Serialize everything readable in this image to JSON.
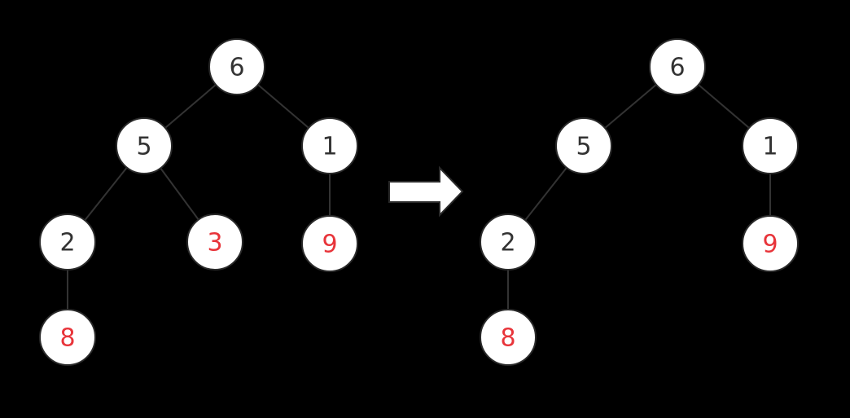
{
  "colors": {
    "background": "#000000",
    "node_fill": "#ffffff",
    "edge": "#333333",
    "normal_label": "#333333",
    "highlight_label": "#e8343a"
  },
  "trees": [
    {
      "name": "before",
      "nodes": [
        {
          "id": "n6",
          "label": "6",
          "highlight": false
        },
        {
          "id": "n5",
          "label": "5",
          "highlight": false
        },
        {
          "id": "n1",
          "label": "1",
          "highlight": false
        },
        {
          "id": "n2",
          "label": "2",
          "highlight": false
        },
        {
          "id": "n3",
          "label": "3",
          "highlight": true
        },
        {
          "id": "n9",
          "label": "9",
          "highlight": true
        },
        {
          "id": "n8",
          "label": "8",
          "highlight": true
        }
      ],
      "edges": [
        [
          "n6",
          "n5"
        ],
        [
          "n6",
          "n1"
        ],
        [
          "n5",
          "n2"
        ],
        [
          "n5",
          "n3"
        ],
        [
          "n1",
          "n9"
        ],
        [
          "n2",
          "n8"
        ]
      ]
    },
    {
      "name": "after",
      "nodes": [
        {
          "id": "n6",
          "label": "6",
          "highlight": false
        },
        {
          "id": "n5",
          "label": "5",
          "highlight": false
        },
        {
          "id": "n1",
          "label": "1",
          "highlight": false
        },
        {
          "id": "n2",
          "label": "2",
          "highlight": false
        },
        {
          "id": "n9",
          "label": "9",
          "highlight": true
        },
        {
          "id": "n8",
          "label": "8",
          "highlight": true
        }
      ],
      "edges": [
        [
          "n6",
          "n5"
        ],
        [
          "n6",
          "n1"
        ],
        [
          "n5",
          "n2"
        ],
        [
          "n1",
          "n9"
        ],
        [
          "n2",
          "n8"
        ]
      ]
    }
  ],
  "arrow_icon": "right-arrow-icon"
}
